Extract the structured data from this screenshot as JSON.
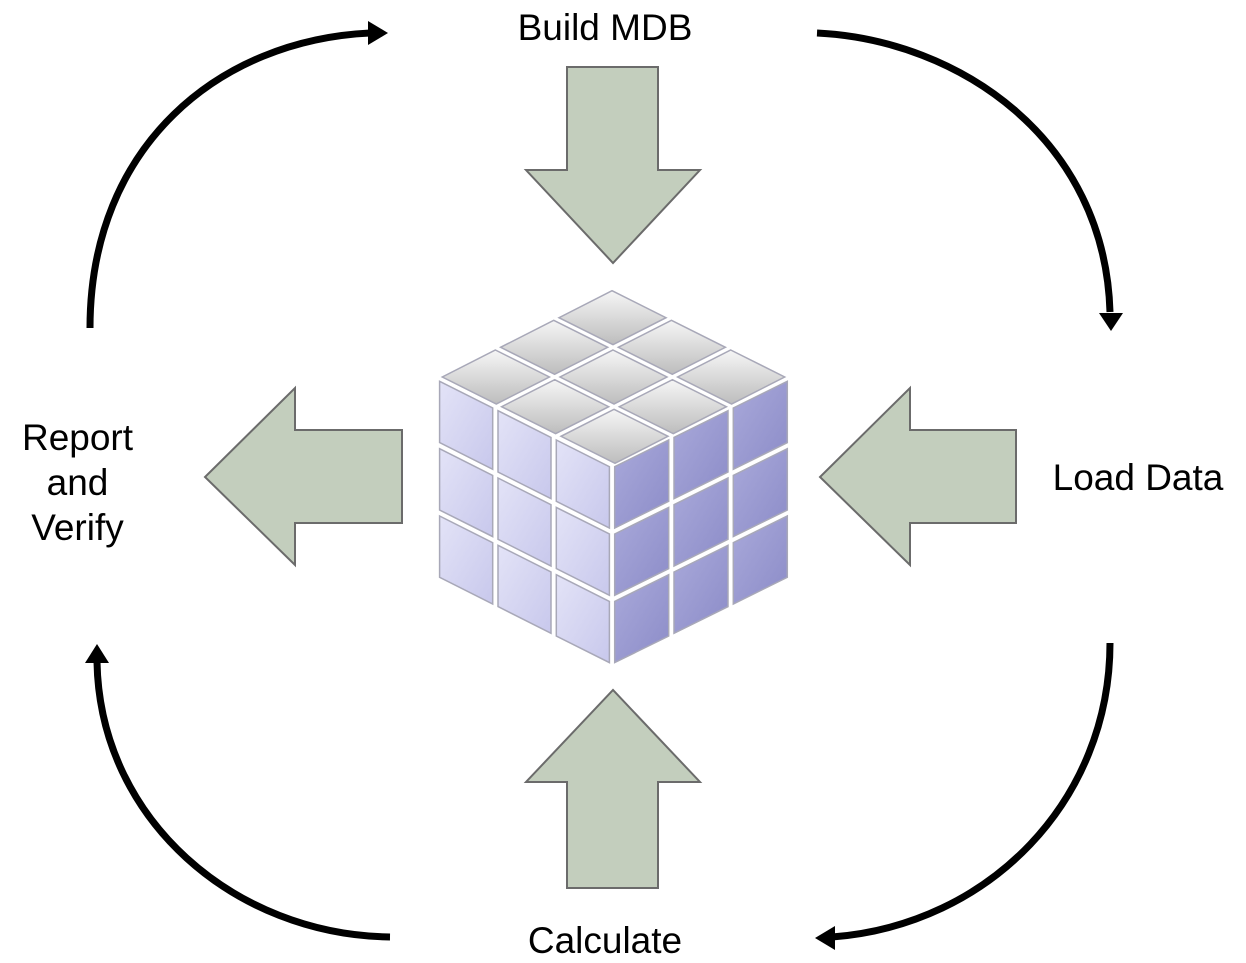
{
  "labels": {
    "top": "Build MDB",
    "right": "Load Data",
    "bottom": "Calculate",
    "left_lines": [
      "Report",
      "and",
      "Verify"
    ]
  },
  "colors": {
    "block_arrow_fill": "#c3cebd",
    "block_arrow_stroke": "#6b6b6b",
    "cycle_arrow": "#000000",
    "cube_top": "#d2d2d2",
    "cube_front": "#d6d6f0",
    "cube_side": "#9c9cd2"
  },
  "icons": {
    "center": "cube-icon"
  }
}
